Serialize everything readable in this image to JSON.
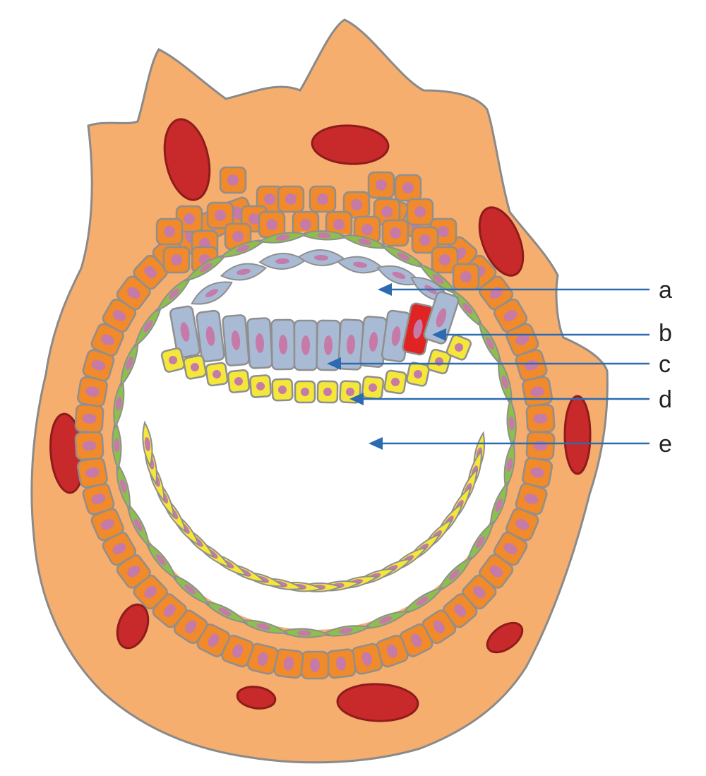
{
  "labels": [
    {
      "id": "a",
      "text": "a"
    },
    {
      "id": "b",
      "text": "b"
    },
    {
      "id": "c",
      "text": "c"
    },
    {
      "id": "d",
      "text": "d"
    },
    {
      "id": "e",
      "text": "e"
    }
  ],
  "colors": {
    "tissue": "#f5ae6e",
    "tissue_outline": "#8a8a8a",
    "blood_vessel": "#c8292b",
    "blood_vessel_outline": "#8e1c1c",
    "trophoblast_cell": "#f08a2a",
    "cell_outline": "#8f8f8f",
    "nucleus": "#c57aa8",
    "green_cell": "#8cc04c",
    "epiblast_cell": "#a9bad4",
    "marked_cell": "#e02424",
    "hypoblast_cell": "#f4e73a",
    "arrow": "#2c6bb0",
    "cavity": "#ffffff"
  },
  "icons": [
    "arrowhead-icon"
  ]
}
